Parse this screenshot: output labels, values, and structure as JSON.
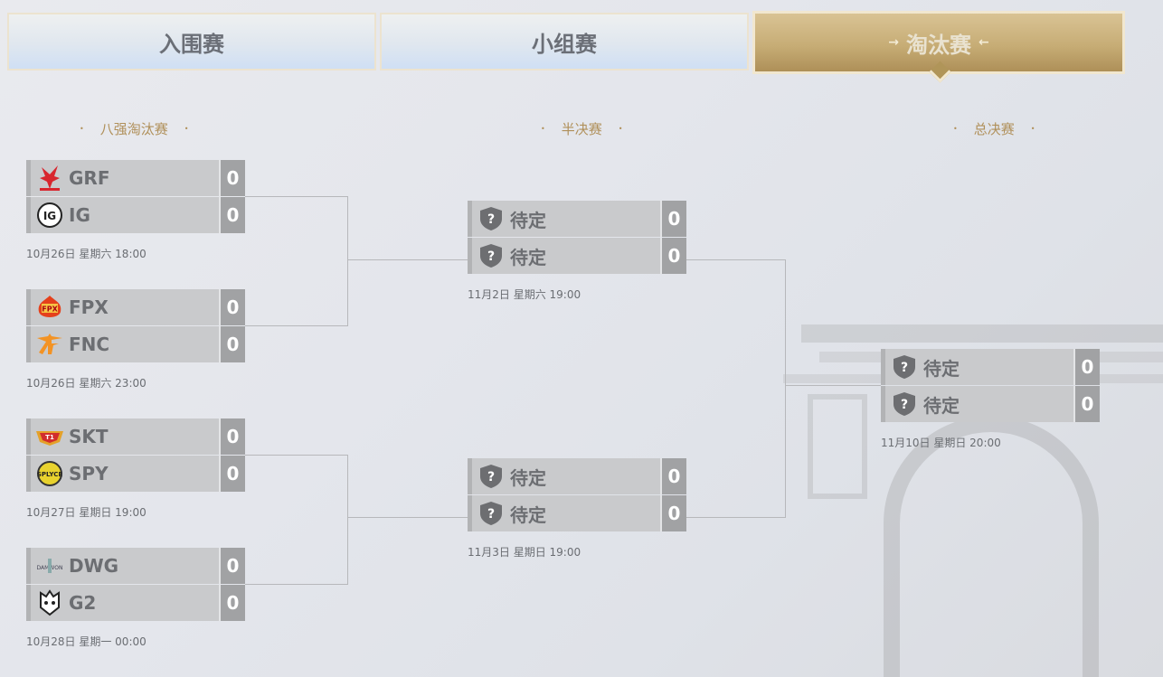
{
  "tabs": [
    {
      "label": "入围赛"
    },
    {
      "label": "小组赛"
    },
    {
      "label": "淘汰赛",
      "left_arrow": "→",
      "right_arrow": "←"
    }
  ],
  "rounds": {
    "quarter": "八强淘汰赛",
    "semi": "半决赛",
    "final": "总决赛"
  },
  "round_dot": "•",
  "quarter_matches": [
    {
      "teams": [
        {
          "name": "GRF",
          "score": "0",
          "logo": "grf-logo"
        },
        {
          "name": "IG",
          "score": "0",
          "logo": "ig-logo"
        }
      ],
      "time": "10月26日 星期六 18:00"
    },
    {
      "teams": [
        {
          "name": "FPX",
          "score": "0",
          "logo": "fpx-logo"
        },
        {
          "name": "FNC",
          "score": "0",
          "logo": "fnc-logo"
        }
      ],
      "time": "10月26日 星期六 23:00"
    },
    {
      "teams": [
        {
          "name": "SKT",
          "score": "0",
          "logo": "skt-logo"
        },
        {
          "name": "SPY",
          "score": "0",
          "logo": "spy-logo"
        }
      ],
      "time": "10月27日 星期日 19:00"
    },
    {
      "teams": [
        {
          "name": "DWG",
          "score": "0",
          "logo": "dwg-logo"
        },
        {
          "name": "G2",
          "score": "0",
          "logo": "g2-logo"
        }
      ],
      "time": "10月28日 星期一 00:00"
    }
  ],
  "semi_matches": [
    {
      "teams": [
        {
          "name": "待定",
          "score": "0"
        },
        {
          "name": "待定",
          "score": "0"
        }
      ],
      "time": "11月2日 星期六 19:00"
    },
    {
      "teams": [
        {
          "name": "待定",
          "score": "0"
        },
        {
          "name": "待定",
          "score": "0"
        }
      ],
      "time": "11月3日 星期日 19:00"
    }
  ],
  "final_match": {
    "teams": [
      {
        "name": "待定",
        "score": "0"
      },
      {
        "name": "待定",
        "score": "0"
      }
    ],
    "time": "11月10日 星期日 20:00"
  },
  "logo_text": {
    "fpx": "FPX",
    "spy": "SPLYCE",
    "dwg": "DAMWON",
    "ig": "IG"
  },
  "tbd_glyph": "?",
  "colors": {
    "accent_gold": "#b0905a",
    "score_bg": "#a1a2a4",
    "row_bg": "#c9cacc",
    "active_tab": "#c7ad76"
  }
}
